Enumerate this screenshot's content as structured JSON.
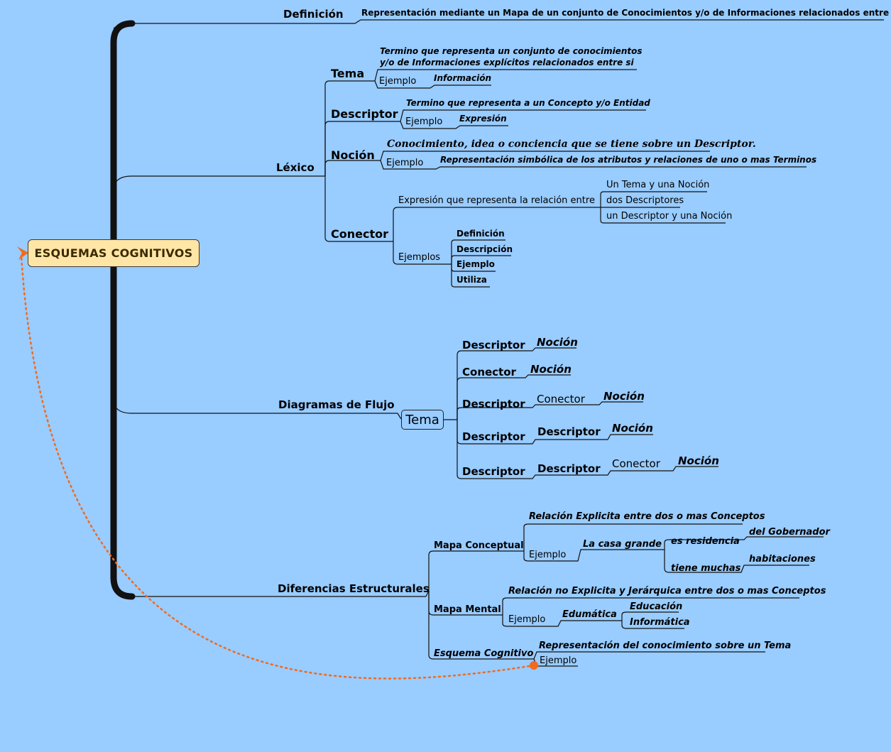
{
  "root": "ESQUEMAS COGNITIVOS",
  "definicion": {
    "label": "Definición",
    "text": "Representación mediante un Mapa de un conjunto de Conocimientos y/o de Informaciones relacionados entre si ."
  },
  "lexico": {
    "label": "Léxico",
    "tema": {
      "label": "Tema",
      "def1": "Termino que representa un conjunto de conocimientos",
      "def2": "y/o de Informaciones  explícitos relacionados entre si",
      "ejemplo": "Ejemplo",
      "ejemplo_value": "Información"
    },
    "descriptor": {
      "label": "Descriptor",
      "def": "Termino que representa a un Concepto y/o Entidad",
      "ejemplo": "Ejemplo",
      "ejemplo_value": "Expresión"
    },
    "nocion": {
      "label": "Noción",
      "def": "Conocimiento, idea o conciencia que se tiene sobre un Descriptor.",
      "ejemplo": "Ejemplo",
      "ejemplo_value": "Representación simbólica de los atributos y relaciones de uno o mas Terminos"
    },
    "conector": {
      "label": "Conector",
      "expr": "Expresión que representa la relación entre",
      "relaciones": [
        "Un Tema y una Noción",
        "dos Descriptores",
        "un Descriptor y una Noción"
      ],
      "ejemplos": "Ejemplos",
      "ejemplos_values": [
        "Definición",
        "Descripción",
        "Ejemplo",
        "Utiliza"
      ]
    }
  },
  "diagramas": {
    "label": "Diagramas de Flujo",
    "tema": "Tema",
    "rows": [
      [
        "Descriptor",
        "Noción"
      ],
      [
        "Conector",
        "Noción"
      ],
      [
        "Descriptor",
        "Conector",
        "Noción"
      ],
      [
        "Descriptor",
        "Descriptor",
        "Noción"
      ],
      [
        "Descriptor",
        "Descriptor",
        "Conector",
        "Noción"
      ]
    ]
  },
  "diferencias": {
    "label": "Diferencias Estructurales",
    "mapa_conceptual": {
      "label": "Mapa Conceptual",
      "def": "Relación Explicita entre dos o mas Conceptos",
      "ejemplo": "Ejemplo",
      "casa": "La casa grande",
      "rel1": "es residencia",
      "rel1_value": "del Gobernador",
      "rel2": "tiene muchas",
      "rel2_value": "habitaciones"
    },
    "mapa_mental": {
      "label": "Mapa Mental",
      "def": "Relación no Explicita y Jerárquica entre dos o mas  Conceptos",
      "ejemplo": "Ejemplo",
      "edumatica": "Edumática",
      "values": [
        "Educación",
        "Informática"
      ]
    },
    "esquema": {
      "label": "Esquema Cognitivo",
      "def": "Representación del conocimiento sobre un Tema",
      "ejemplo": "Ejemplo"
    }
  },
  "colors": {
    "background": "#99ccff",
    "root_fill": "#ffe6a6",
    "link_orange": "#f26a1b",
    "line": "#111111"
  }
}
